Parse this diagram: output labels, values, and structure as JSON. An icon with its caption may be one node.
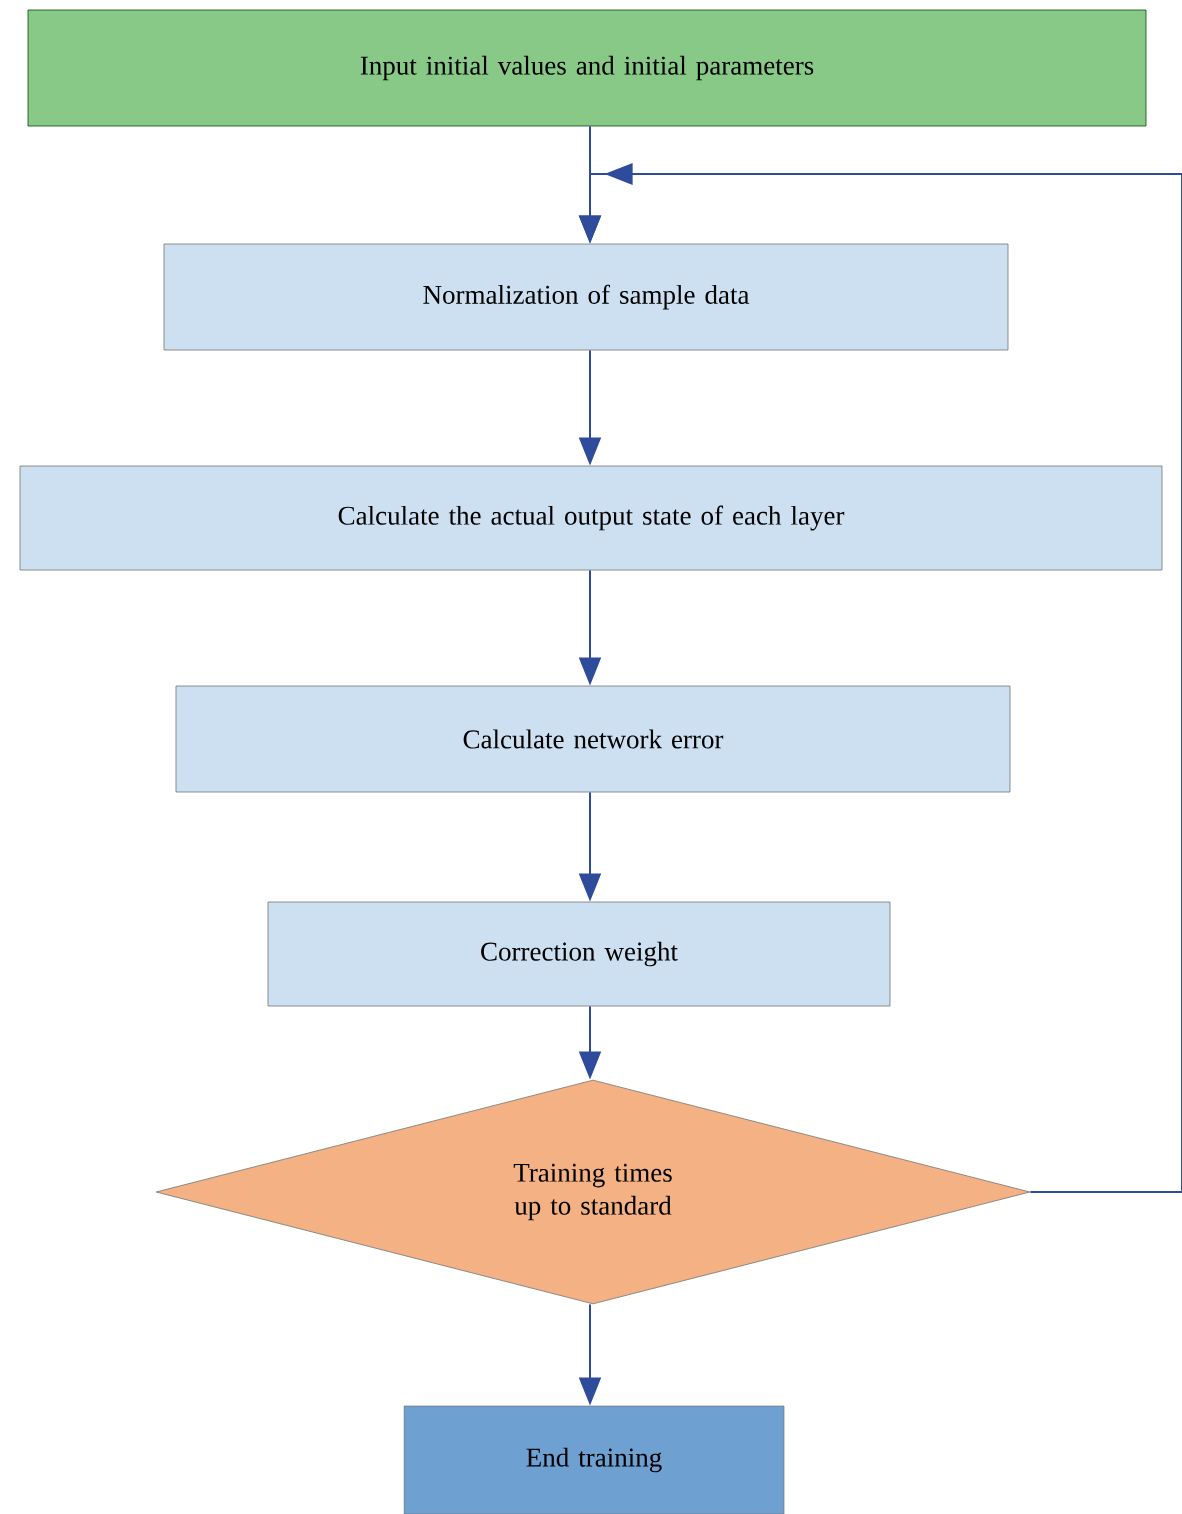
{
  "diagram": {
    "nodes": [
      {
        "text": [
          "Input initial values and initial parameters"
        ]
      },
      {
        "text": [
          "Normalization of sample data"
        ]
      },
      {
        "text": [
          "Calculate the actual output state of each layer"
        ]
      },
      {
        "text": [
          "Calculate network error"
        ]
      },
      {
        "text": [
          "Correction weight"
        ]
      },
      {
        "text": [
          "Training times up to standard"
        ]
      },
      {
        "text": [
          "End training"
        ]
      }
    ],
    "edges": [
      {
        "from": 0,
        "to": 1,
        "arrow": "to"
      },
      {
        "from": 1,
        "to": 2,
        "arrow": "to"
      },
      {
        "from": 2,
        "to": 3,
        "arrow": "to"
      },
      {
        "from": 3,
        "to": 4,
        "arrow": "to"
      },
      {
        "from": 4,
        "to": 5,
        "arrow": "to"
      },
      {
        "from": 5,
        "to": 6,
        "arrow": "to"
      },
      {
        "from": 5,
        "to": 1,
        "arrow": "to"
      }
    ]
  }
}
